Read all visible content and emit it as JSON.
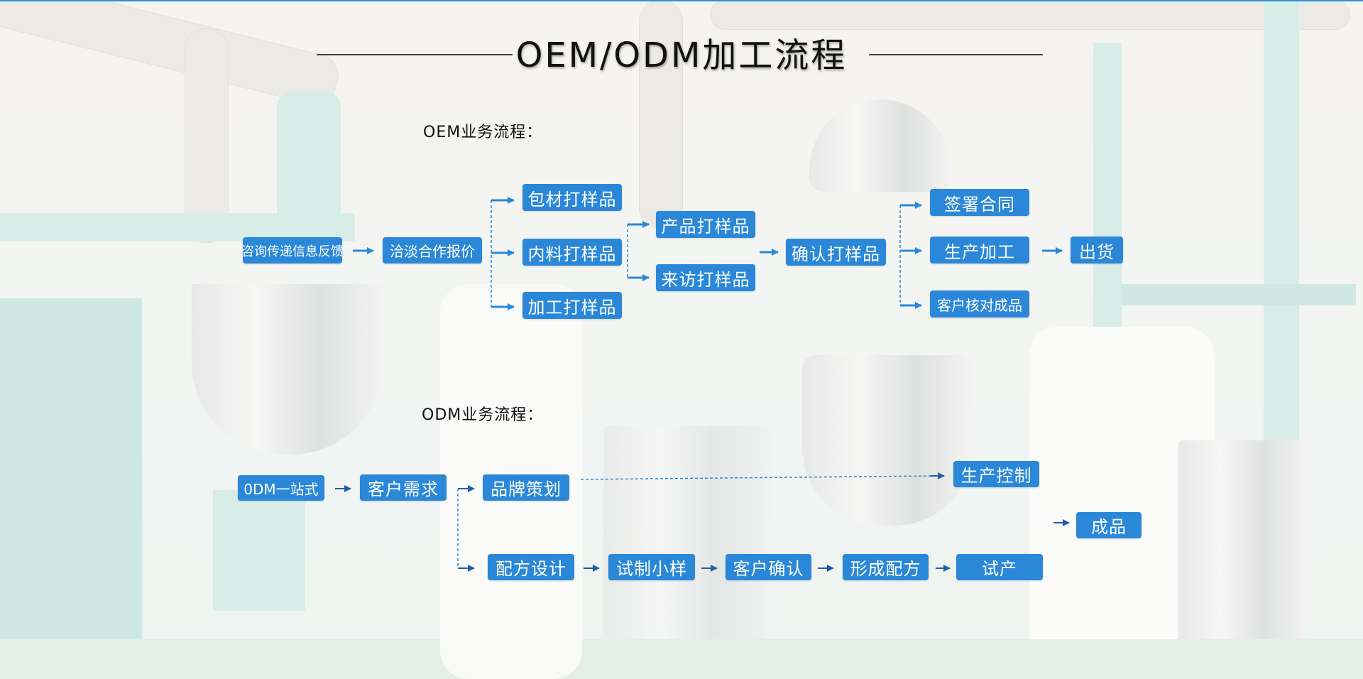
{
  "title": "OEM/ODM加工流程",
  "colors": {
    "box": "#2b88d8",
    "arrow": "#2b88d8",
    "dark_arrow": "#1f5fa8",
    "accent_line": "#2d8fd8"
  },
  "oem": {
    "label": "OEM业务流程：",
    "steps": {
      "consult": "咨询传递信息反馈",
      "quote": "洽淡合作报价",
      "packaging_sample": "包材打样品",
      "content_sample": "内料打样品",
      "processing_sample": "加工打样品",
      "product_sample": "产品打样品",
      "visit_sample": "来访打样品",
      "confirm_sample": "确认打样品",
      "sign_contract": "签署合同",
      "production": "生产加工",
      "customer_check": "客户核对成品",
      "shipping": "出货"
    }
  },
  "odm": {
    "label": "ODM业务流程：",
    "steps": {
      "one_stop": "0DM一站式",
      "customer_demand": "客户需求",
      "brand_planning": "品牌策划",
      "production_control": "生产控制",
      "finished_product": "成品",
      "formula_design": "配方设计",
      "trial_sample": "试制小样",
      "customer_confirm": "客户确认",
      "form_formula": "形成配方",
      "trial_production": "试产"
    }
  }
}
